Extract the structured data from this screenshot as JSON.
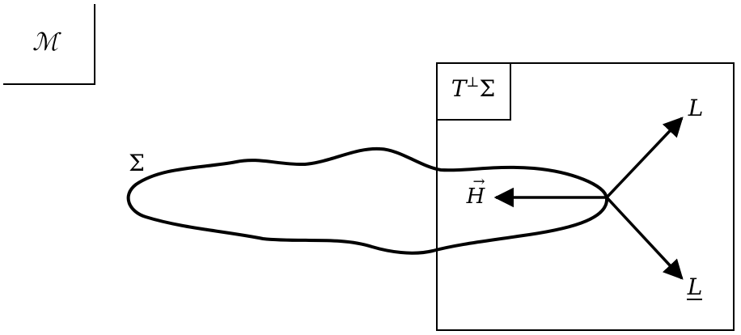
{
  "labels": {
    "manifold": "ℳ",
    "surface": "Σ",
    "normal_bundle_base": "T",
    "normal_bundle_sup": "⊥",
    "normal_bundle_sigma": "Σ",
    "mean_curvature_letter": "H",
    "mean_curvature_arrow": "→",
    "upper_L": "L",
    "lower_L": "L"
  },
  "colors": {
    "stroke": "#000000",
    "background": "#ffffff"
  }
}
